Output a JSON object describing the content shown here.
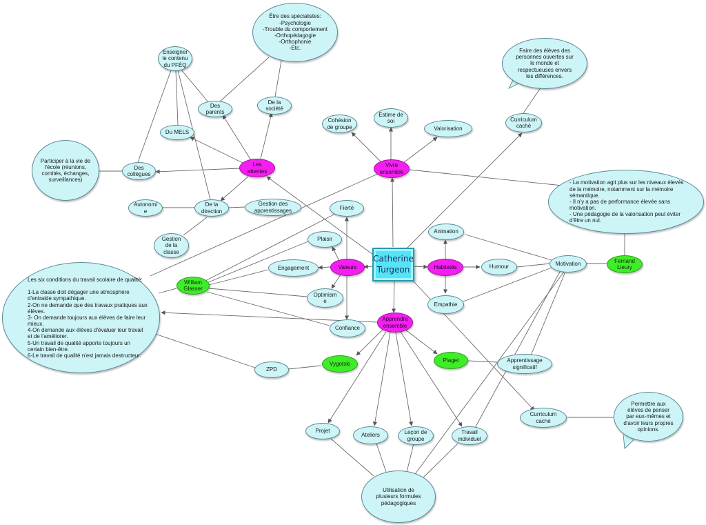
{
  "center": {
    "label": "Catherine\nTurgeon"
  },
  "nodes": {
    "les_attentes": "Les\nattentes",
    "vivre_ensemble": "Vivre\nensemble",
    "valeurs": "Valeurs",
    "habiletes": "Habiletés",
    "apprendre_ensemble": "Apprendre\nensemble",
    "enseigner_contenu": "Enseigner\nle contenu\ndu PFÉQ",
    "specialistes": "Être des spécialistes:\n-Psychologie\n-Trouble du comportement\n-Orthopédagogie\n-Orthophonie\n-Etc.",
    "des_parents": "Des\nparents",
    "de_la_societe": "De la\nsociété",
    "du_mels": "Du MELS",
    "des_collegues": "Des\ncollègues",
    "participer": "Participer à la vie de\nl'école (réunions,\ncomités, échanges,\nsurveillances)",
    "de_la_direction": "De la\ndirection",
    "autonomie": "Autonomi\ne",
    "gestion_apprentissages": "Gestion des\napprentissages",
    "gestion_classe": "Gestion\nde la\nclasse",
    "cohesion": "Cohésion\nde groupe",
    "estime": "Estime de\nsoi",
    "valorisation": "Valorisation",
    "curriculum_cache_1": "Curriculum\ncaché",
    "faire_eleves": "Faire des élèves des\npersonnes ouvertes sur\nle monde et\nrespectueuses envers\nles différences.",
    "motivation_note": " - La motivation agit plus sur les niveaux élevés\nde la mémoire, notamment sur la mémoire\nsémantique.\n- Il n'y a pas de performance élevée sans\nmotivation.\n- Une pédagogie de la valorisation peut éviter\nd'être un nul.",
    "fierte": "Fierté",
    "plaisir": "Plaisir",
    "engagement": "Engagement",
    "optimisme": "Optimism\ne",
    "confiance": "Confiance",
    "animation": "Animation",
    "humour": "Humour",
    "empathie": "Empathie",
    "motivation": "Motivation",
    "fernand_lieury": "Fernand\nLieury",
    "william_glasser": "William\nGlasser",
    "six_conditions": "Les six conditions du travail scolaire de qualité:\n\n1-La classe doit dégager une atmosphère\nd'entraide sympathique.\n2-On ne demande que des travaux pratiques aux\nélèves.\n3- On demande toujours aux élèves de faire leur\nmieux.\n4-On demande aux élèves d'évaluer leur travail\net de l'améliorer.\n5-Un travail de qualité apporte toujours un\ncertain bien-être.\n6-Le travail de qualité n'est jamais destructeur.",
    "zpd": "ZPD",
    "vygotski": "Vygotski",
    "piaget": "Piaget",
    "apprentissage_significatif": "Apprentissage\nsignificatif",
    "curriculum_cache_2": "Curriculum\ncaché",
    "permettre_eleves": "Permettre aux\nélèves de penser\npar eux-mêmes et\nd'avoir leurs propres\nopinions.",
    "projet": "Projet",
    "ateliers": "Ateliers",
    "lecon_groupe": "Leçon de\ngroupe",
    "travail_individuel": "Travail\nindividuel",
    "utilisation": "Utilisation de\nplusieurs formules\npédagogiques"
  },
  "colors": {
    "node_fill": "#cdf4f7",
    "node_border": "#5a8a94",
    "pink_fill": "#f31ff0",
    "green_fill": "#3fec29",
    "center_fill": "#55e4f5",
    "line": "#555555"
  }
}
